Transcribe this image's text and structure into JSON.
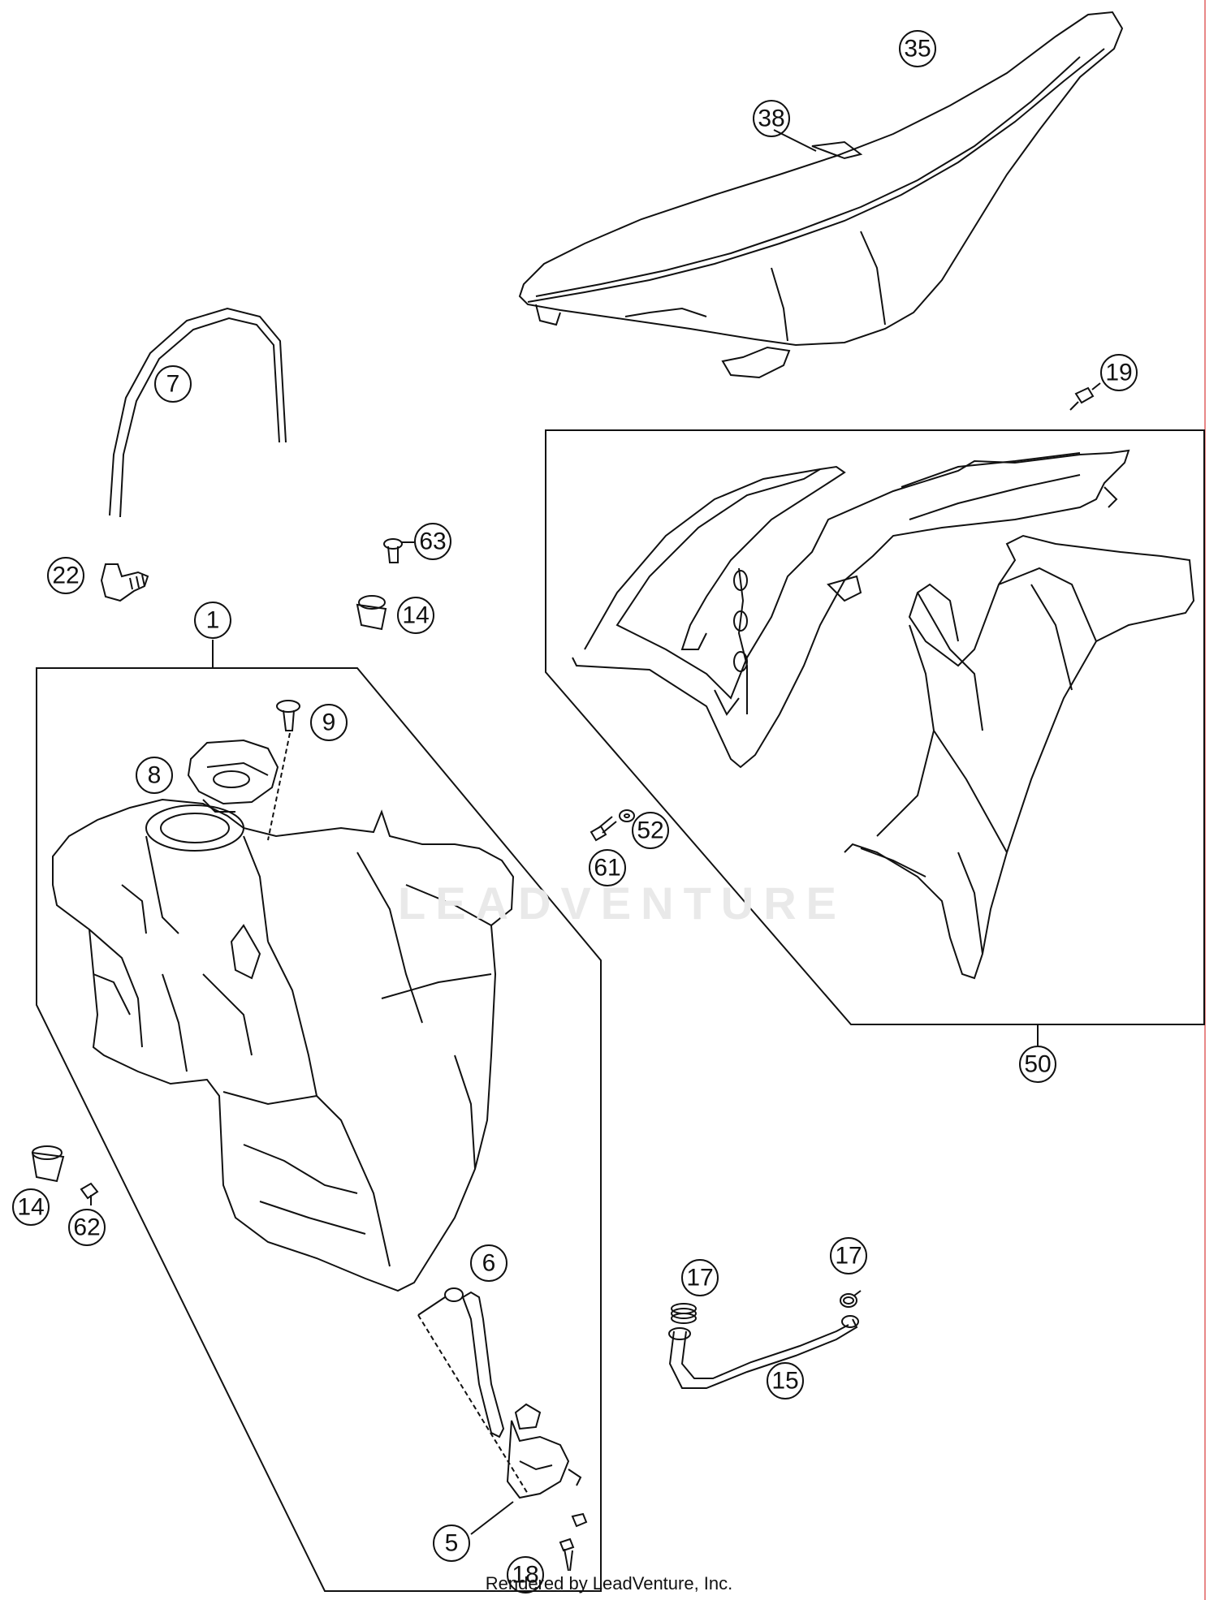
{
  "callouts": [
    {
      "id": "35",
      "label": "35"
    },
    {
      "id": "38",
      "label": "38"
    },
    {
      "id": "7",
      "label": "7"
    },
    {
      "id": "19",
      "label": "19"
    },
    {
      "id": "63",
      "label": "63"
    },
    {
      "id": "22",
      "label": "22"
    },
    {
      "id": "14a",
      "label": "14"
    },
    {
      "id": "1",
      "label": "1"
    },
    {
      "id": "9",
      "label": "9"
    },
    {
      "id": "8",
      "label": "8"
    },
    {
      "id": "52",
      "label": "52"
    },
    {
      "id": "61",
      "label": "61"
    },
    {
      "id": "50",
      "label": "50"
    },
    {
      "id": "14b",
      "label": "14"
    },
    {
      "id": "62",
      "label": "62"
    },
    {
      "id": "6",
      "label": "6"
    },
    {
      "id": "17a",
      "label": "17"
    },
    {
      "id": "17b",
      "label": "17"
    },
    {
      "id": "15",
      "label": "15"
    },
    {
      "id": "5",
      "label": "5"
    },
    {
      "id": "18",
      "label": "18"
    }
  ],
  "watermark": "LEADVENTURE",
  "footer": "Rendered by LeadVenture, Inc."
}
